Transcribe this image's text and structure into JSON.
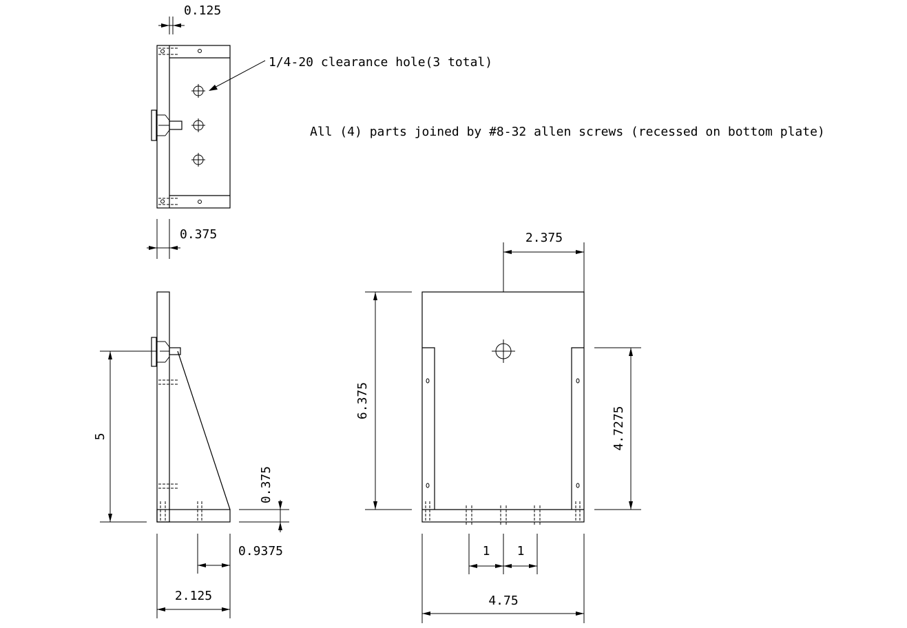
{
  "notes": {
    "hole_callout": "1/4-20 clearance hole(3 total)",
    "assembly_note": "All (4) parts joined by #8-32 allen screws (recessed on bottom plate)"
  },
  "dimensions": {
    "top_thickness": "0.125",
    "top_plate_width": "0.375",
    "side_height": "5",
    "side_plate_thickness": "0.375",
    "side_hole_offset": "0.9375",
    "side_base_width": "2.125",
    "front_offset": "2.375",
    "front_height": "6.375",
    "front_inner_height": "4.7275",
    "front_spacing_1": "1",
    "front_spacing_2": "1",
    "front_width": "4.75"
  }
}
